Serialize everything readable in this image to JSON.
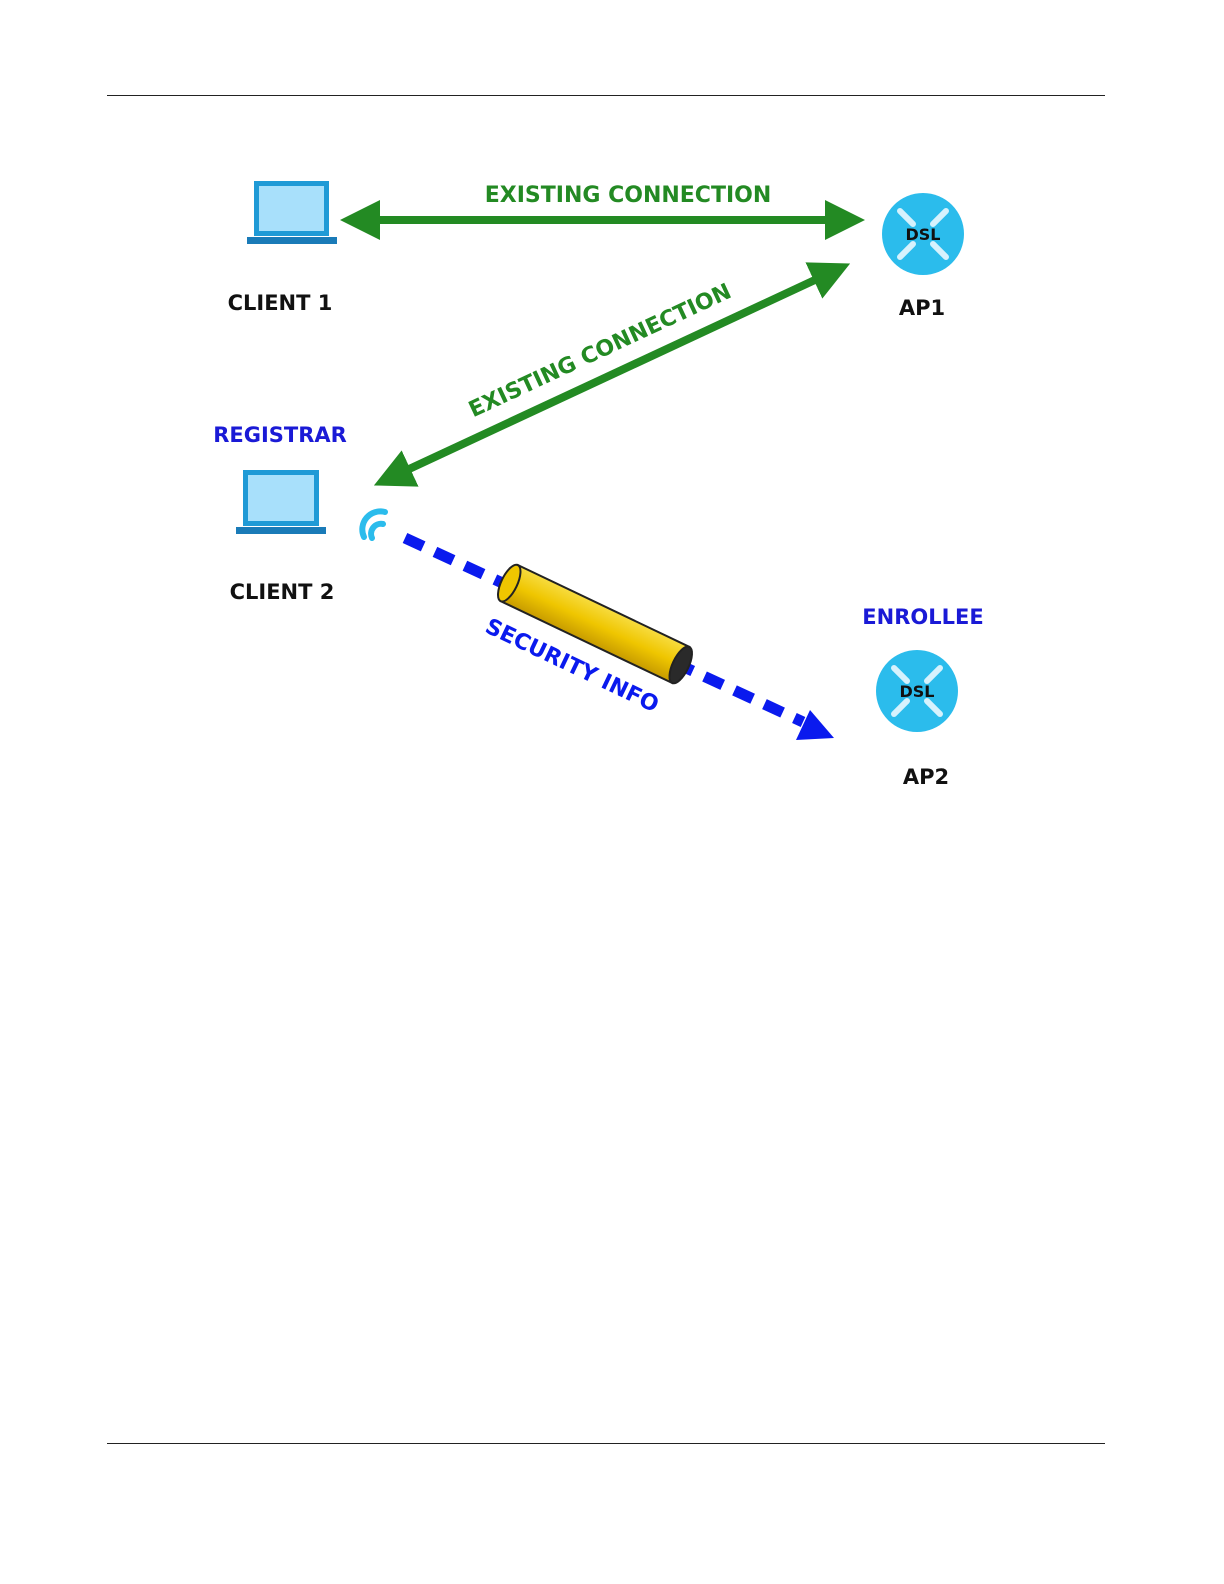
{
  "diagram": {
    "nodes": {
      "client1": {
        "label": "CLIENT 1",
        "icon": "laptop-icon"
      },
      "client2": {
        "label": "CLIENT 2",
        "role": "REGISTRAR",
        "icon": "laptop-icon"
      },
      "ap1": {
        "label": "AP1",
        "badge": "DSL",
        "icon": "router-icon"
      },
      "ap2": {
        "label": "AP2",
        "role": "ENROLLEE",
        "badge": "DSL",
        "icon": "router-icon"
      }
    },
    "connections": [
      {
        "label": "EXISTING CONNECTION",
        "from": "CLIENT 1",
        "to": "AP1",
        "style": "solid-double-arrow"
      },
      {
        "label": "EXISTING CONNECTION",
        "from": "CLIENT 2",
        "to": "AP1",
        "style": "solid-double-arrow"
      },
      {
        "label": "SECURITY INFO",
        "from": "CLIENT 2",
        "to": "AP2",
        "style": "dashed-arrow-through-tunnel"
      }
    ],
    "colors": {
      "existing_connection": "#238a23",
      "security_info": "#0a1aee",
      "role_label": "#1a1ad6",
      "device_blue": "#2bbcec",
      "tunnel": "#f0c800",
      "text": "#111111"
    }
  }
}
